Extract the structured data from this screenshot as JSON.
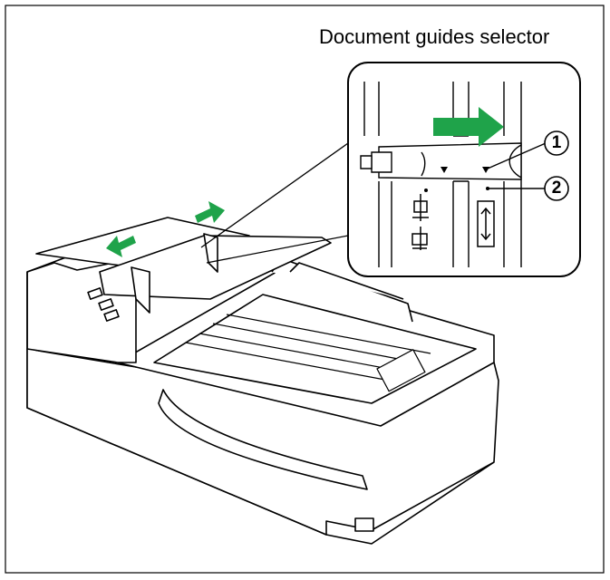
{
  "title": "Document guides selector",
  "callouts": [
    {
      "id": "1",
      "label": "1"
    },
    {
      "id": "2",
      "label": "2"
    }
  ],
  "colors": {
    "arrow": "#1fa34a",
    "line": "#000000",
    "background": "#ffffff"
  },
  "icons": [
    "arrow-right-icon",
    "arrow-left-icon",
    "arrow-right-icon",
    "guide-width-icon",
    "guide-narrow-icon"
  ]
}
